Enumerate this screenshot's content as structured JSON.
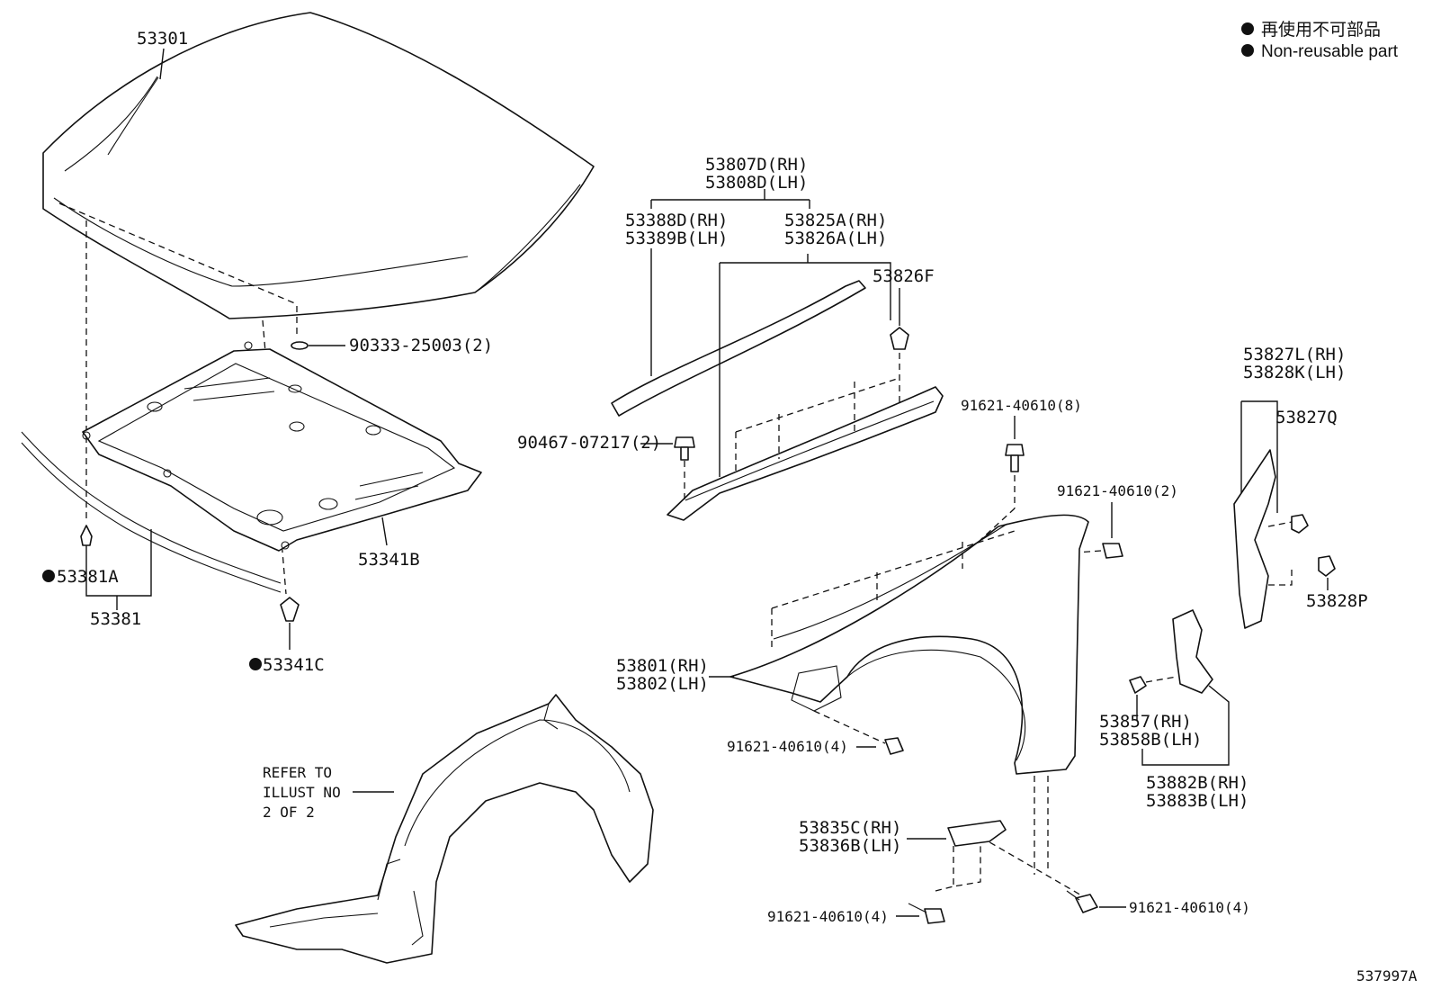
{
  "legend": {
    "jp": "再使用不可部品",
    "en": "Non-reusable part"
  },
  "labels": {
    "hood": "53301",
    "hood_insulator_plug": "90333-25003(2)",
    "hood_insulator": "53341B",
    "hood_insulator_clip": "53341C",
    "hood_seal": "53381",
    "hood_seal_clip": "53381A",
    "seal_set_rh": "53807D(RH)",
    "seal_set_lh": "53808D(LH)",
    "seal_a_rh": "53388D(RH)",
    "seal_a_lh": "53389B(LH)",
    "seal_b_rh": "53825A(RH)",
    "seal_b_lh": "53826A(LH)",
    "clip_f": "53826F",
    "screw_90467": "90467-07217(2)",
    "bolt_top": "91621-40610(8)",
    "bolt_side": "91621-40610(2)",
    "bolt_lower": "91621-40610(4)",
    "bolt_bracket_left": "91621-40610(4)",
    "bolt_bracket_right": "91621-40610(4)",
    "fender_rh": "53801(RH)",
    "fender_lh": "53802(LH)",
    "bracket_rh": "53835C(RH)",
    "bracket_lh": "53836B(LH)",
    "protector_rh": "53827L(RH)",
    "protector_lh": "53828K(LH)",
    "clip_q": "53827Q",
    "clip_p": "53828P",
    "seal_c_rh": "53857(RH)",
    "seal_c_lh": "53858B(LH)",
    "seal_d_rh": "53882B(RH)",
    "seal_d_lh": "53883B(LH)",
    "refer_line1": "REFER TO",
    "refer_line2": "ILLUST NO",
    "refer_line3": "2 OF 2",
    "illustration_id": "537997A"
  }
}
